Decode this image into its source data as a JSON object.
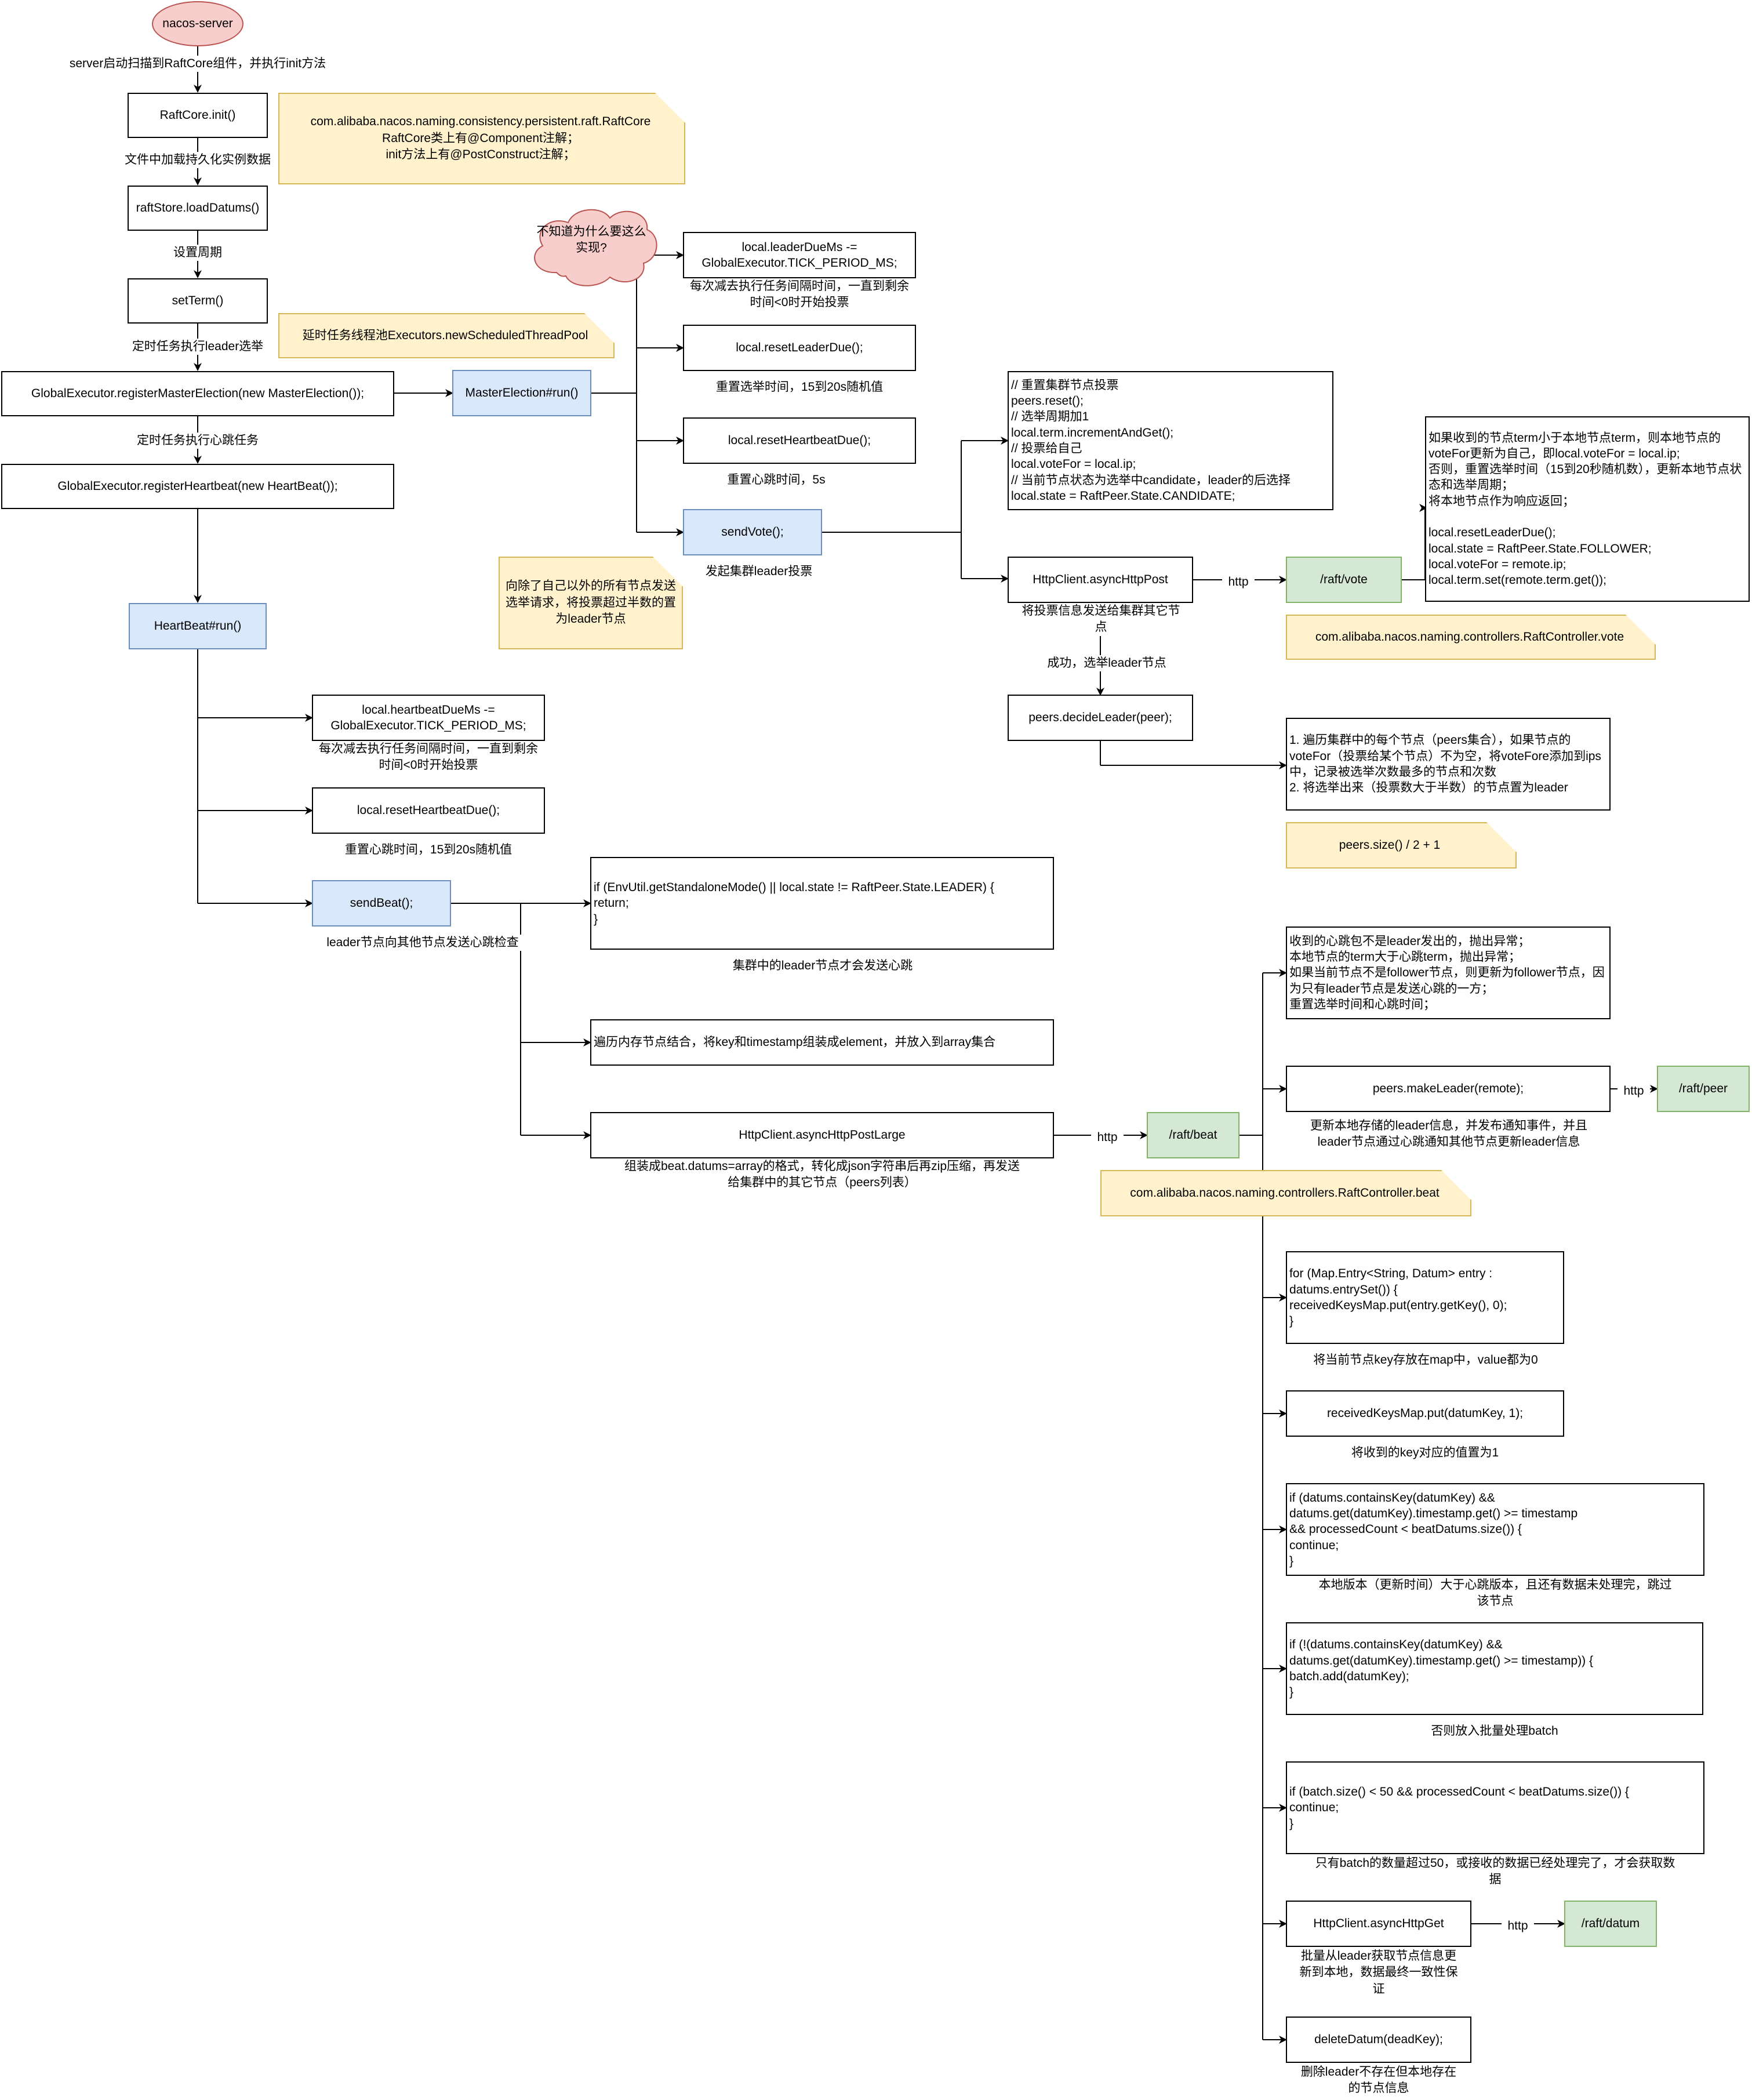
{
  "nodes": {
    "nacos_server": "nacos-server",
    "raftcore_init": "RaftCore.init()",
    "raftstore_load": "raftStore.loadDatums()",
    "set_term": "setTerm()",
    "register_master": "GlobalExecutor.registerMasterElection(new MasterElection());",
    "register_heartbeat": "GlobalExecutor.registerHeartbeat(new HeartBeat());",
    "master_election_run": "MasterElection#run()",
    "heartbeat_run": "HeartBeat#run()",
    "cloud_question": "不知道为什么要这么\n实现?",
    "leader_due_ms": "local.leaderDueMs -=\nGlobalExecutor.TICK_PERIOD_MS;",
    "reset_leader_due": "local.resetLeaderDue();",
    "reset_heartbeat_due_1": "local.resetHeartbeatDue();",
    "send_vote": "sendVote();",
    "vote_code": "// 重置集群节点投票\npeers.reset();\n// 选举周期加1\nlocal.term.incrementAndGet();\n// 投票给自己\nlocal.voteFor = local.ip;\n// 当前节点状态为选举中candidate，leader的后选择\nlocal.state = RaftPeer.State.CANDIDATE;",
    "async_post_vote": "HttpClient.asyncHttpPost",
    "raft_vote": "/raft/vote",
    "vote_handler": "如果收到的节点term小于本地节点term，则本地节点的voteFor更新为自己，即local.voteFor = local.ip;\n否则，重置选举时间（15到20秒随机数），更新本地节点状态和选举周期；\n将本地节点作为响应返回；\n\nlocal.resetLeaderDue();\nlocal.state = RaftPeer.State.FOLLOWER;\nlocal.voteFor = remote.ip;\nlocal.term.set(remote.term.get());",
    "decide_leader": "peers.decideLeader(peer);",
    "decide_leader_desc": "1. 遍历集群中的每个节点（peers集合），如果节点的voteFor（投票给某个节点）不为空，将voteFore添加到ips中，记录被选举次数最多的节点和次数\n2. 将选举出来（投票数大于半数）的节点置为leader",
    "heartbeat_due_ms": "local.heartbeatDueMs -=\nGlobalExecutor.TICK_PERIOD_MS;",
    "reset_heartbeat_due_2": "local.resetHeartbeatDue();",
    "send_beat": "sendBeat();",
    "standalone_check": "if (EnvUtil.getStandaloneMode() || local.state != RaftPeer.State.LEADER) {\n            return;\n        }",
    "traverse_datums": "遍历内存节点结合，将key和timestamp组装成element，并放入到array集合",
    "async_post_large": "HttpClient.asyncHttpPostLarge",
    "raft_beat": "/raft/beat",
    "beat_checks": "收到的心跳包不是leader发出的，抛出异常；\n本地节点的term大于心跳term，抛出异常；\n如果当前节点不是follower节点，则更新为follower节点，因为只有leader节点是发送心跳的一方；\n重置选举时间和心跳时间；",
    "make_leader": "peers.makeLeader(remote);",
    "raft_peer": "/raft/peer",
    "for_entry": "for (Map.Entry<String, Datum> entry :\ndatums.entrySet()) {\n    receivedKeysMap.put(entry.getKey(), 0);\n}",
    "received_put": "receivedKeysMap.put(datumKey, 1);",
    "if_contains": "if (datums.containsKey(datumKey) &&\ndatums.get(datumKey).timestamp.get() >= timestamp\n                    && processedCount < beatDatums.size()) {\n    continue;\n}",
    "if_not_contains": "if (!(datums.containsKey(datumKey) &&\ndatums.get(datumKey).timestamp.get() >= timestamp)) {\n    batch.add(datumKey);\n}",
    "if_batch_size": "if (batch.size() < 50 && processedCount < beatDatums.size()) {\n    continue;\n}",
    "async_get": "HttpClient.asyncHttpGet",
    "raft_datum": "/raft/datum",
    "delete_datum": "deleteDatum(deadKey);"
  },
  "notes": {
    "raftcore_component": "com.alibaba.nacos.naming.consistency.persistent.raft.RaftCore\nRaftCore类上有@Component注解；\ninit方法上有@PostConstruct注解；",
    "scheduled_pool": "延时任务线程池Executors.newScheduledThreadPool",
    "vote_to_others": "向除了自己以外的所有节点发送选举请求，将投票超过半数的置为leader节点",
    "raft_controller_vote": "com.alibaba.nacos.naming.controllers.RaftController.vote",
    "majority": "peers.size() / 2 + 1",
    "raft_controller_beat": "com.alibaba.nacos.naming.controllers.RaftController.beat"
  },
  "labels": {
    "server_scan": "server启动扫描到RaftCore组件，并执行init方法",
    "load_file": "文件中加载持久化实例数据",
    "set_period": "设置周期",
    "timer_leader": "定时任务执行leader选举",
    "timer_heartbeat": "定时任务执行心跳任务",
    "leader_due_desc": "每次减去执行任务间隔时间，一直到剩余\n时间<0时开始投票",
    "reset_leader_desc": "重置选举时间，15到20s随机值",
    "reset_heartbeat_desc_1": "重置心跳时间，5s",
    "send_vote_desc": "发起集群leader投票",
    "async_post_vote_desc": "将投票信息发送给集群其它节\n点",
    "success_elect": "成功，选举leader节点",
    "http_1": "http",
    "heartbeat_due_desc": "每次减去执行任务间隔时间，一直到剩余\n时间<0时开始投票",
    "reset_heartbeat_desc_2": "重置心跳时间，15到20s随机值",
    "send_beat_desc": "leader节点向其他节点发送心跳检查",
    "standalone_desc": "集群中的leader节点才会发送心跳",
    "post_large_desc": "组装成beat.datums=array的格式，转化成json字符串后再zip压缩，再发送\n给集群中的其它节点（peers列表）",
    "http_2": "http",
    "make_leader_desc": "更新本地存储的leader信息，并发布通知事件，并且\nleader节点通过心跳通知其他节点更新leader信息",
    "http_3": "http",
    "for_entry_desc": "将当前节点key存放在map中，value都为0",
    "received_put_desc": "将收到的key对应的值置为1",
    "if_contains_desc": "本地版本（更新时间）大于心跳版本，且还有数据未处理完，跳过\n该节点",
    "if_not_contains_desc": "否则放入批量处理batch",
    "if_batch_desc": "只有batch的数量超过50，或接收的数据已经处理完了，才会获取数\n据",
    "async_get_desc": "批量从leader获取节点信息更\n新到本地，数据最终一致性保\n证",
    "http_4": "http",
    "delete_datum_desc": "删除leader不存在但本地存在\n的节点信息"
  },
  "colors": {
    "blue_fill": "#dae8fc",
    "blue_stroke": "#6c8ebf",
    "green_fill": "#d5e8d4",
    "green_stroke": "#82b366",
    "note_fill": "#fff2cc",
    "note_stroke": "#d6b656",
    "red_fill": "#f8cecc",
    "red_stroke": "#b85450"
  }
}
